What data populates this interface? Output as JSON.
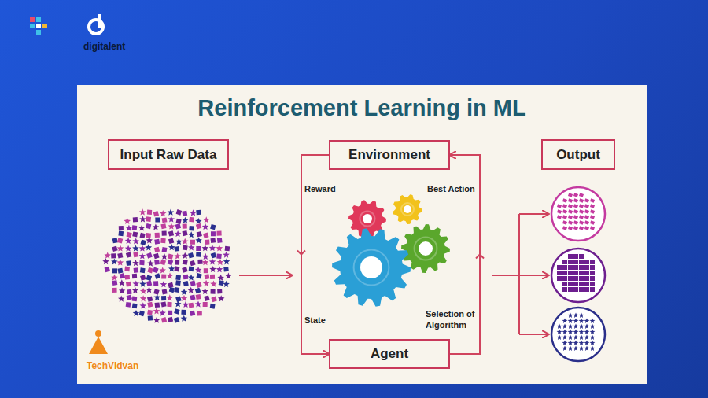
{
  "diagram": {
    "title": "Reinforcement Learning in ML",
    "nodes": [
      {
        "text": [
          "Input Raw Data"
        ]
      },
      {
        "text": [
          "Environment"
        ]
      },
      {
        "text": [
          "Output"
        ]
      },
      {
        "text": [
          "Agent"
        ]
      }
    ],
    "edges": [
      {
        "from": 1,
        "to": 3,
        "arrow": "to"
      },
      {
        "from": 3,
        "to": 1,
        "arrow": "to"
      }
    ],
    "labels": [
      "Reward",
      "Best Action",
      "State",
      "Selection of Algorithm",
      "TechVidvan",
      "digitalent"
    ]
  }
}
